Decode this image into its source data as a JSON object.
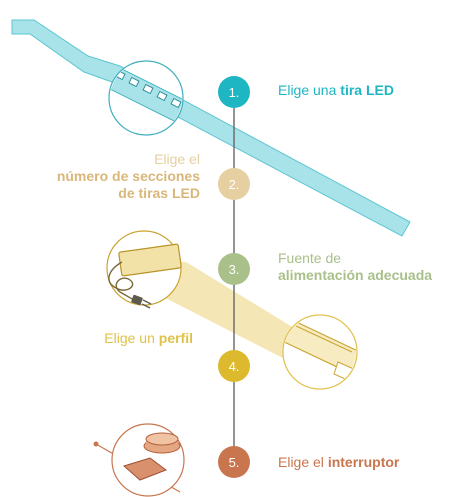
{
  "steps": [
    {
      "number": "1.",
      "text_plain": "Elige una ",
      "text_bold": "tira LED",
      "color": "#1FB6C4"
    },
    {
      "number": "2.",
      "line1_plain": "Elige el",
      "line2_bold": "número de secciones",
      "line3_bold": "de tiras LED",
      "color": "#E6CFA0",
      "label_color": "#E6CFA0",
      "bold_color": "#D9B77A"
    },
    {
      "number": "3.",
      "line1_plain": "Fuente de",
      "line2_bold": "alimentación adecuada",
      "color": "#A9C08A"
    },
    {
      "number": "4.",
      "text_plain": "Elige un ",
      "text_bold": "perfil",
      "color": "#DDB92E",
      "label_color": "#E0C24A"
    },
    {
      "number": "5.",
      "text_plain": "Elige el ",
      "text_bold": "interruptor",
      "color": "#C9764F"
    }
  ],
  "icons": {
    "led_strip": "led-strip-icon",
    "power_supply": "power-supply-icon",
    "profile": "aluminium-profile-icon",
    "switch": "switch-icon"
  },
  "colors": {
    "timeline_line": "#666666",
    "strip_fill": "#A9E3EA",
    "strip_stroke": "#5CC5D0",
    "profile_fill": "#F3E2A8",
    "switch_color": "#C9764F"
  }
}
